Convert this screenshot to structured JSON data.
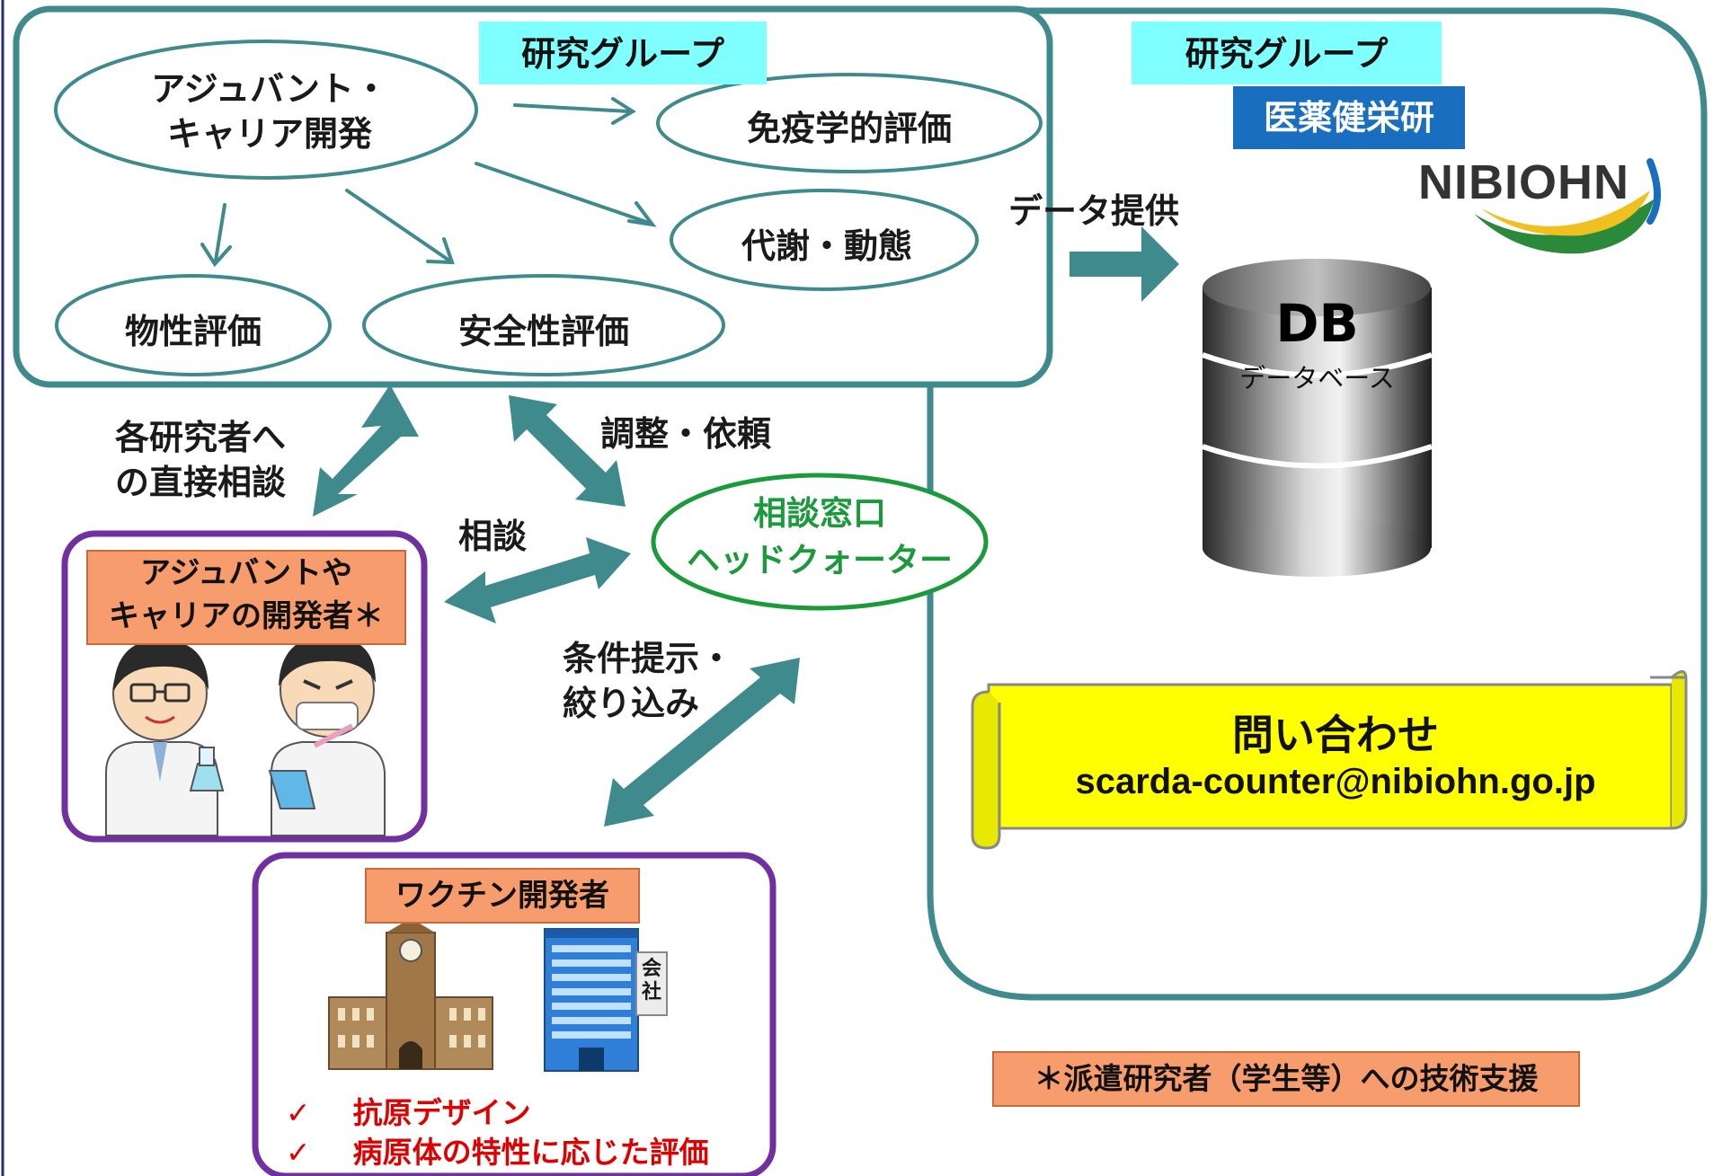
{
  "research_group_left": {
    "tag": "研究グループ",
    "adjuvant_dev": [
      "アジュバント・",
      "キャリア開発"
    ],
    "immunology": "免疫学的評価",
    "metabolism": "代謝・動態",
    "physical": "物性評価",
    "safety": "安全性評価"
  },
  "research_group_right": {
    "tag": "研究グループ",
    "org_tag": "医薬健栄研",
    "logo_text": "NIBIOHN"
  },
  "data_provision": "データ提供",
  "database": {
    "title": "DB",
    "subtitle": "データベース"
  },
  "arrows": {
    "direct_consult": [
      "各研究者へ",
      "の直接相談"
    ],
    "coordinate": "調整・依頼",
    "consult": "相談",
    "conditions": [
      "条件提示・",
      "絞り込み"
    ]
  },
  "headquarters": [
    "相談窓口",
    "ヘッドクォーター"
  ],
  "developer_box": {
    "tag": [
      "アジュバントや",
      "キャリアの開発者＊"
    ]
  },
  "vaccine_box": {
    "tag": "ワクチン開発者",
    "building_sign": "会社",
    "checks": [
      "抗原デザイン",
      "病原体の特性に応じた評価"
    ],
    "check_mark": "✓"
  },
  "inquiry": {
    "title": "問い合わせ",
    "email": "scarda-counter@nibiohn.go.jp"
  },
  "footnote": "＊派遣研究者（学生等）への技術支援",
  "colors": {
    "teal": "#3e8a8c",
    "purple": "#7030a0",
    "green": "#1a9a3a",
    "cyan": "#7fffff",
    "blue": "#1a6ec0",
    "orange": "#f79c6c",
    "yellow": "#ffff00",
    "red": "#e00000"
  }
}
